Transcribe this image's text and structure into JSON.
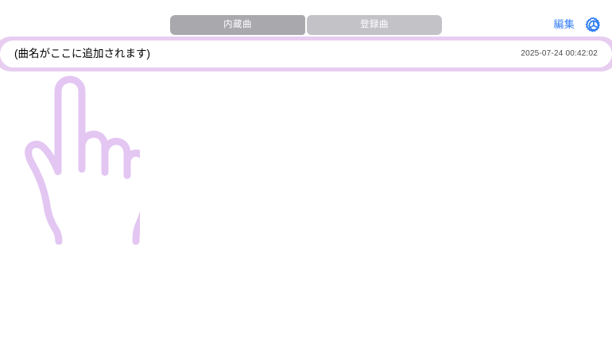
{
  "app": {
    "background_color": "#ffffff",
    "accent_color": "#3b82f6",
    "highlight_color": "#e7cdf0",
    "hand_color": "#e3c6f2"
  },
  "topbar": {
    "segmented_control": {
      "options": [
        {
          "label": "内蔵曲",
          "selected": true,
          "bg_color": "#a8a8ad"
        },
        {
          "label": "登録曲",
          "selected": false,
          "bg_color": "#c2c2c7"
        }
      ]
    },
    "edit_label": "編集",
    "settings_icon": "gear-icon"
  },
  "song_list": {
    "rows": [
      {
        "title": "(曲名がここに追加されます)",
        "timestamp": "2025-07-24 00:42:02",
        "highlighted": true
      }
    ]
  },
  "annotation": {
    "pointer_icon": "pointing-hand-icon"
  }
}
